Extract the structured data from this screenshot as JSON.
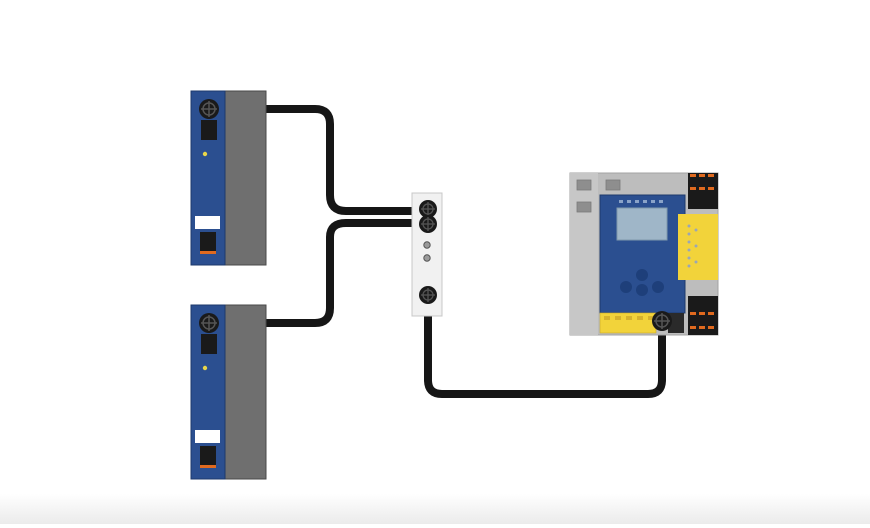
{
  "colors": {
    "background": "#ffffff",
    "cable": "#161616",
    "module_blue": "#2b4f90",
    "module_gray": "#6f6f6f",
    "housing_light_gray": "#bdbdbd",
    "splitter_body": "#f1f1f1",
    "terminal_yellow": "#f2d33a",
    "terminal_orange": "#e06a1f",
    "display_screen": "#9fb6c8"
  },
  "icons": {
    "connector": "round-m12-connector-icon",
    "led": "status-led-icon",
    "ethernet_port": "ethernet-port-icon",
    "terminal": "terminal-block-icon"
  },
  "devices": [
    "safety-sensor-module-top",
    "safety-sensor-module-bottom",
    "y-splitter",
    "safety-controller"
  ]
}
